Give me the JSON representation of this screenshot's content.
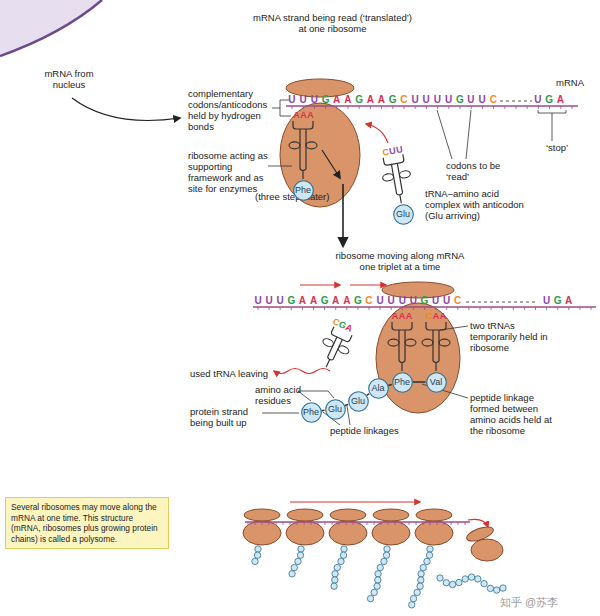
{
  "diagram": {
    "nodes": [
      {
        "text": [
          "Phe"
        ]
      },
      {
        "text": [
          "Glu"
        ]
      },
      {
        "text": [
          "Phe"
        ]
      },
      {
        "text": [
          "Glu"
        ]
      },
      {
        "text": [
          "Glu"
        ]
      },
      {
        "text": [
          "Ala"
        ]
      },
      {
        "text": [
          "Phe"
        ]
      },
      {
        "text": [
          "Val"
        ]
      },
      {
        "text": [
          "Several ribosomes may move along the mRNA at one time. This structure (mRNA, ribosomes plus growing protein chains) is called a polysome."
        ]
      }
    ],
    "edges": [
      {
        "from": 2,
        "to": 3,
        "arrow": "none"
      },
      {
        "from": 3,
        "to": 4,
        "arrow": "none"
      },
      {
        "from": 4,
        "to": 5,
        "arrow": "none"
      },
      {
        "from": 5,
        "to": 6,
        "arrow": "none"
      },
      {
        "from": 6,
        "to": 7,
        "arrow": "none"
      }
    ],
    "labels": [
      "mRNA from nucleus",
      "mRNA strand being read (‘translated’) at one ribosome",
      "mRNA",
      "complementary codons/anticodons held by hydrogen bonds",
      "UUUGAAGAAGCUUUUGUUC",
      "UGA",
      "AAA",
      "codons to be ‘read’",
      "‘stop’",
      "ribosome acting as supporting framework and as site for enzymes",
      "CUU",
      "tRNA–amino acid complex with anticodon (Glu arriving)",
      "(three steps later)",
      "ribosome moving along mRNA one triplet at a time",
      "UUUGAAGAAGCUUUUGUUC",
      "UGA",
      "AAA",
      "CAA",
      "CGA",
      "used tRNA leaving",
      "two tRNAs temporarily held in ribosome",
      "amino acid residues",
      "protein strand being built up",
      "peptide linkages",
      "peptide linkage formed between amino acids held at the ribosome",
      "知乎 @苏李"
    ]
  }
}
